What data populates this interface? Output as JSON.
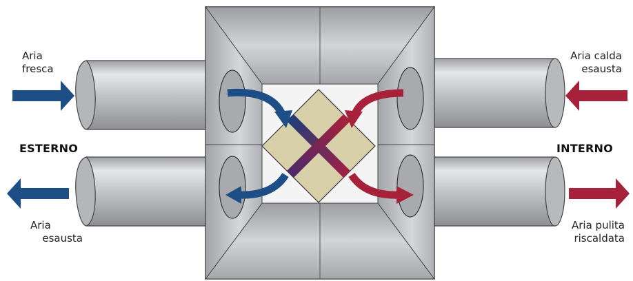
{
  "labels": {
    "fresh_air": [
      "Aria",
      "fresca"
    ],
    "exhaust_air_out": [
      "Aria",
      "esausta"
    ],
    "warm_exhaust_in": [
      "Aria calda",
      "esausta"
    ],
    "clean_heated_out": [
      "Aria pulita",
      "riscaldata"
    ],
    "outside": "ESTERNO",
    "inside": "INTERNO"
  },
  "colors": {
    "cold_flow": "#1d4f86",
    "warm_flow": "#a8213a",
    "core": "#d8d0a8",
    "duct": "#c9cacd",
    "housing": "#b9babd"
  }
}
